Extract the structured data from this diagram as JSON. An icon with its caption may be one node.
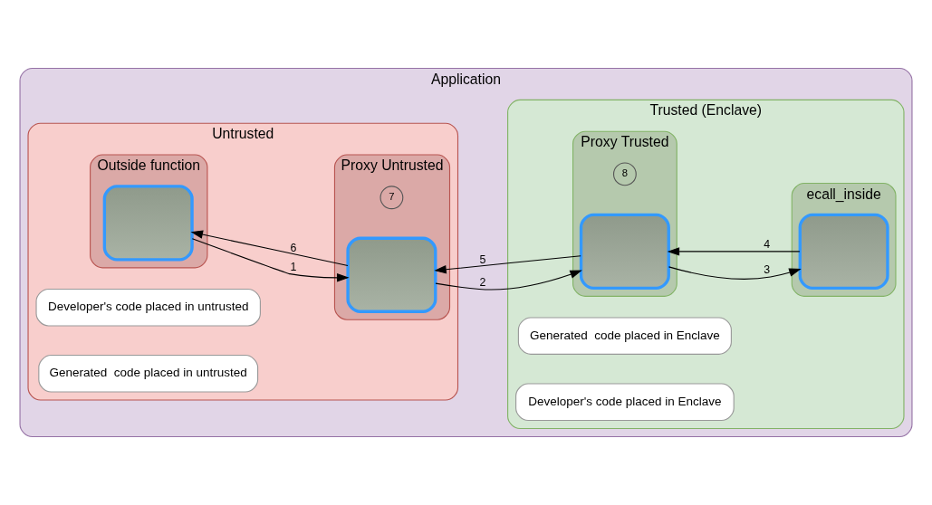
{
  "diagram": {
    "nodes": [
      {
        "text": [
          "Application"
        ]
      },
      {
        "text": [
          "Untrusted"
        ],
        "in": 0
      },
      {
        "text": [
          "Outside function"
        ],
        "in": 1
      },
      {
        "text": [],
        "shape": "box",
        "in": 2
      },
      {
        "text": [
          "Developer's code placed in untrusted"
        ],
        "in": 1
      },
      {
        "text": [
          "Proxy Untrusted"
        ],
        "in": 1,
        "beside": [
          "7"
        ]
      },
      {
        "text": [],
        "shape": "box",
        "in": 5
      },
      {
        "text": [
          "Generated  code placed in untrusted"
        ],
        "in": 1
      },
      {
        "text": [
          "Trusted (Enclave)"
        ],
        "in": 0
      },
      {
        "text": [
          "Proxy Trusted"
        ],
        "in": 8,
        "beside": [
          "8"
        ]
      },
      {
        "text": [],
        "shape": "box",
        "in": 9
      },
      {
        "text": [
          "Generated  code placed in Enclave"
        ],
        "in": 8
      },
      {
        "text": [
          "ecall_inside"
        ],
        "in": 8
      },
      {
        "text": [],
        "shape": "box",
        "in": 12
      },
      {
        "text": [
          "Developer's code placed in Enclave"
        ],
        "in": 8
      }
    ],
    "edges": [
      {
        "from": 3,
        "to": 6,
        "arrow": "to",
        "label": "1"
      },
      {
        "from": 6,
        "to": 10,
        "arrow": "to",
        "label": "2"
      },
      {
        "from": 10,
        "to": 13,
        "arrow": "to",
        "label": "3"
      },
      {
        "from": 13,
        "to": 10,
        "arrow": "to",
        "label": "4"
      },
      {
        "from": 10,
        "to": 6,
        "arrow": "to",
        "label": "5"
      },
      {
        "from": 6,
        "to": 3,
        "arrow": "to",
        "label": "6"
      }
    ]
  }
}
